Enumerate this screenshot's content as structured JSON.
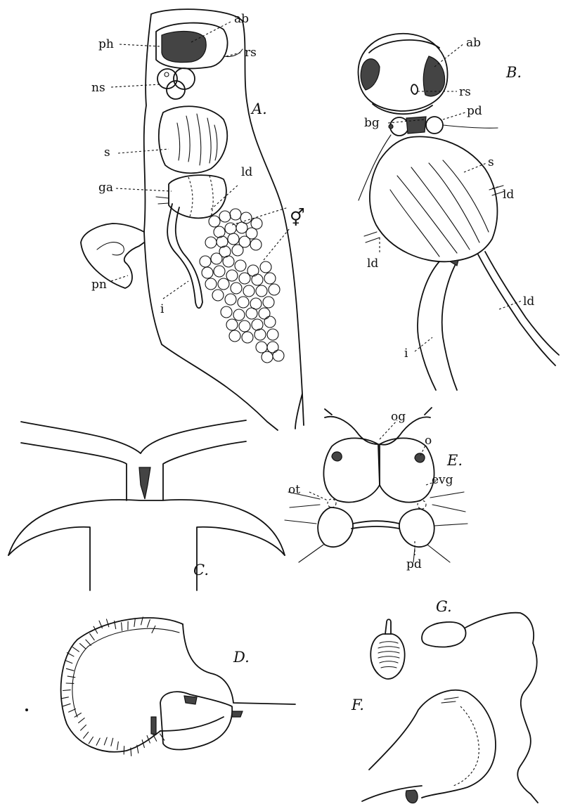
{
  "figures": {
    "A": {
      "letter": "A.",
      "labels": {
        "ph": "ph",
        "ab": "ab",
        "rs": "rs",
        "ns": "ns",
        "s": "s",
        "ga": "ga",
        "ld": "ld",
        "sex": "⚥",
        "pn": "pn",
        "i": "i"
      }
    },
    "B": {
      "letter": "B.",
      "labels": {
        "ab": "ab",
        "rs": "rs",
        "bg": "bg",
        "pd": "pd",
        "s": "s",
        "ld1": "ld",
        "ld2": "ld",
        "ld3": "ld",
        "i": "i"
      }
    },
    "C": {
      "letter": "C."
    },
    "D": {
      "letter": "D."
    },
    "E": {
      "letter": "E.",
      "labels": {
        "og": "og",
        "o": "o",
        "evg": "evg",
        "ot": "ot",
        "pd": "pd"
      }
    },
    "F": {
      "letter": "F."
    },
    "G": {
      "letter": "G."
    }
  }
}
